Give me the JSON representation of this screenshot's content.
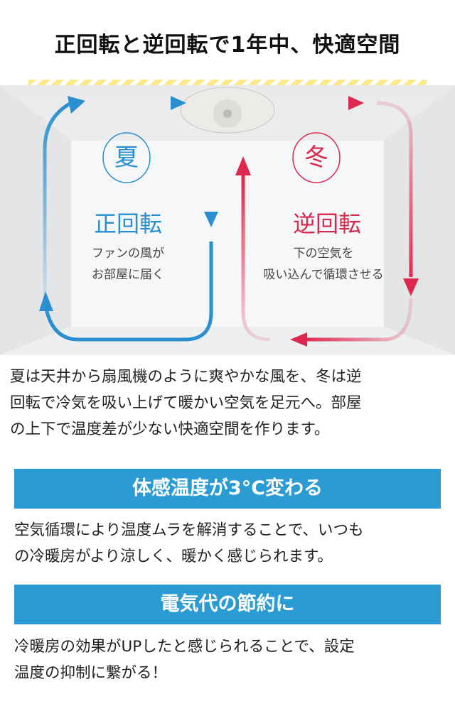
{
  "headline": "正回転と逆回転で1年中、快適空間",
  "diagram": {
    "summer": {
      "season": "夏",
      "mode": "正回転",
      "desc_lines": [
        "ファンの風が",
        "お部屋に届く"
      ]
    },
    "winter": {
      "season": "冬",
      "mode": "逆回転",
      "desc_lines": [
        "下の空気を",
        "吸い込んで循環させる"
      ]
    },
    "colors": {
      "summer": "#2a8fd0",
      "winter": "#e0284f"
    }
  },
  "intro_lines": [
    "夏は天井から扇風機のように爽やかな風を、冬は逆",
    "回転で冷気を吸い上げて暖かい空気を足元へ。部屋",
    "の上下で温度差が少ない快適空間を作ります。"
  ],
  "sections": [
    {
      "heading": "体感温度が3°C変わる",
      "lines": [
        "空気循環により温度ムラを解消することで、いつも",
        "の冷暖房がより涼しく、暖かく感じられます。"
      ]
    },
    {
      "heading": "電気代の節約に",
      "lines": [
        "冷暖房の効果がUPしたと感じられることで、設定",
        "温度の抑制に繋がる！"
      ]
    }
  ]
}
